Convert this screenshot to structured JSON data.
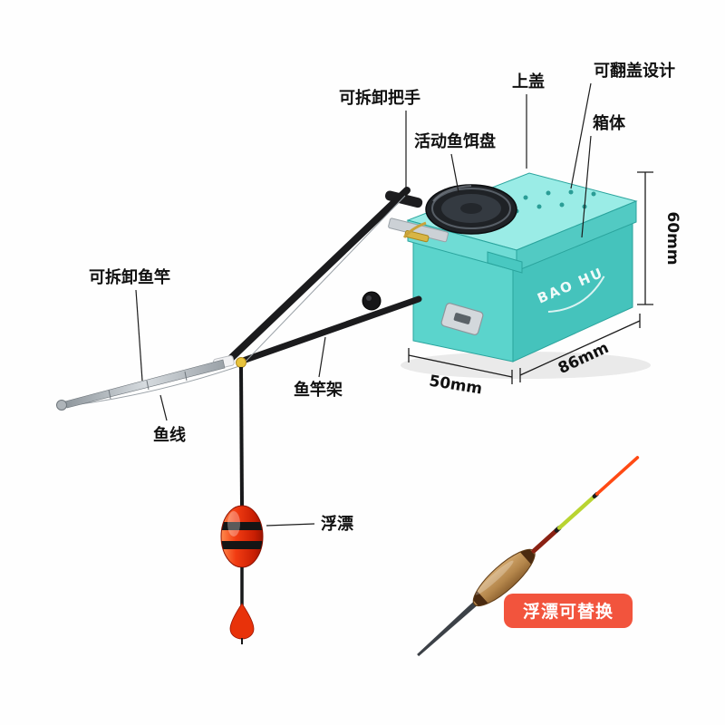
{
  "product": {
    "brand": "BAO HU",
    "callouts": {
      "handle": "可拆卸把手",
      "bait_tray": "活动鱼饵盘",
      "top_cover": "上盖",
      "flip_design": "可翻盖设计",
      "box_body": "箱体",
      "detachable_rod": "可拆卸鱼竿",
      "fishing_line": "鱼线",
      "rod_holder": "鱼竿架",
      "float": "浮漂"
    },
    "badge": {
      "float_replaceable": "浮漂可替换"
    },
    "dimensions": {
      "height": "60mm",
      "depth": "86mm",
      "width": "50mm"
    },
    "colors": {
      "box_front": "#5bd4cc",
      "box_side": "#45c3bc",
      "lid_top": "#9aece6",
      "lid_front": "#6fdcd5",
      "lid_side": "#52cac3",
      "badge_bg": "#f2543d",
      "float_red": "#f03a1e"
    }
  }
}
